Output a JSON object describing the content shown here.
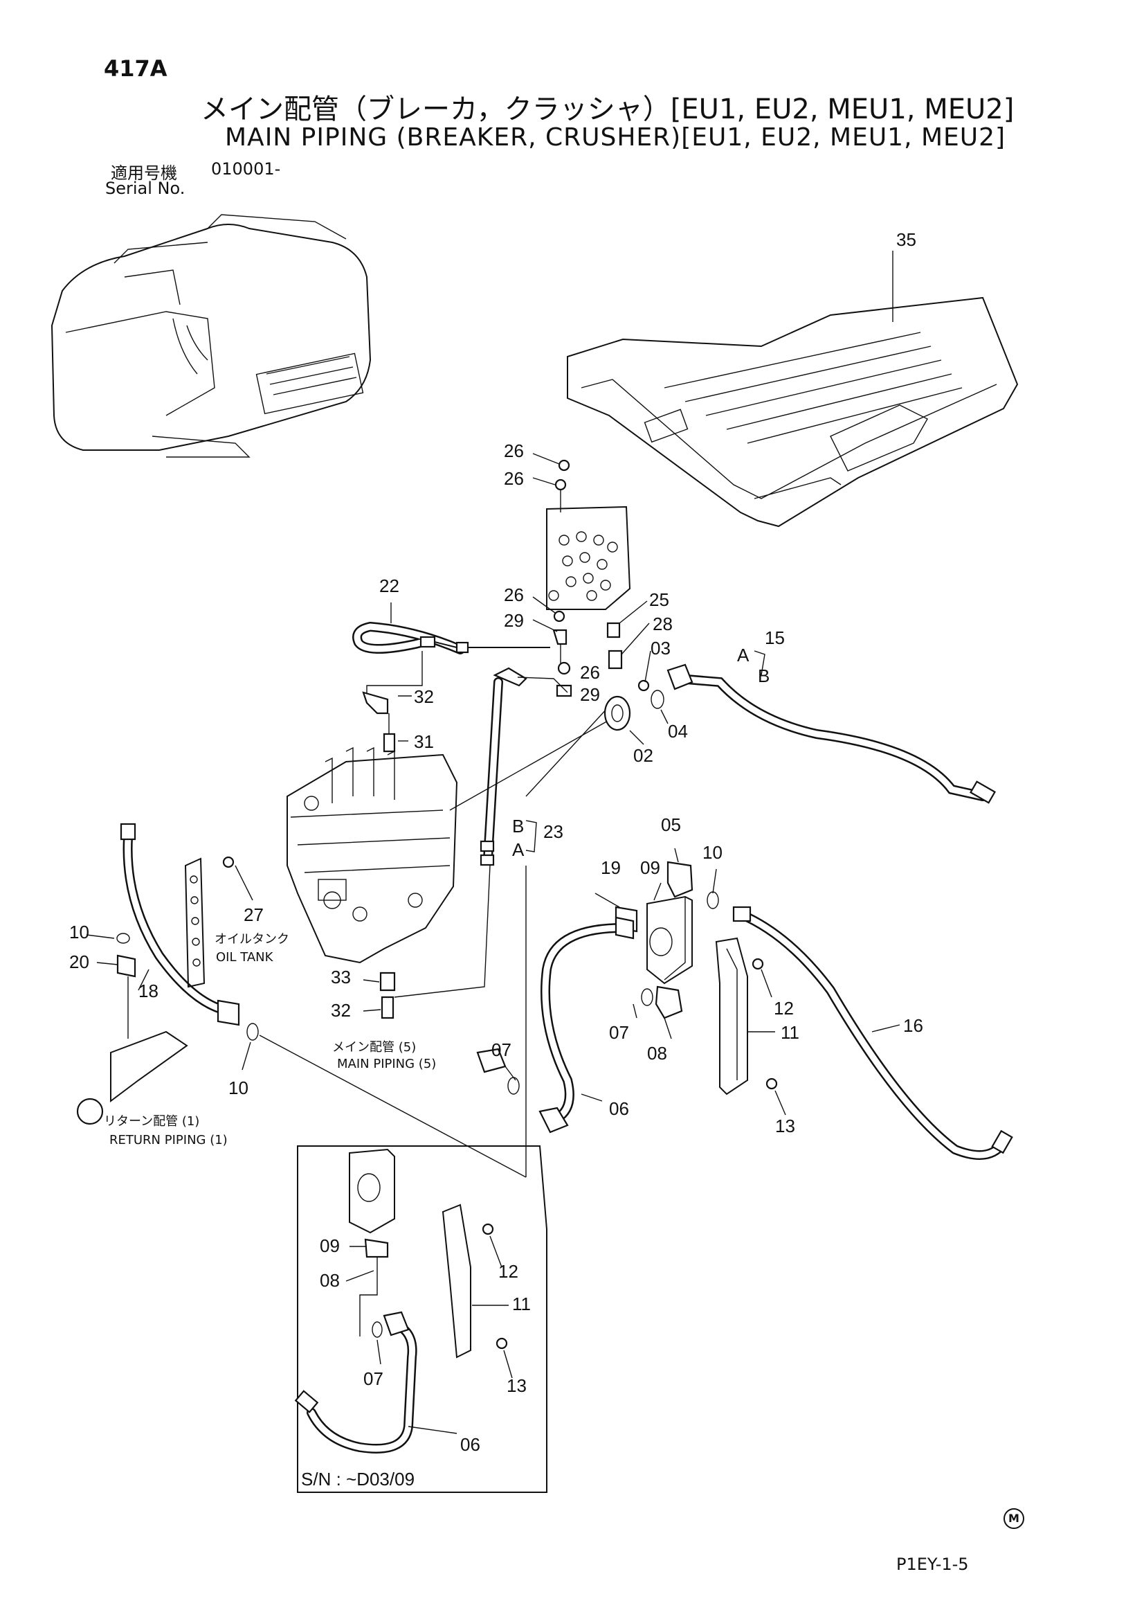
{
  "header": {
    "page_code": "417A",
    "title_jp": "メイン配管（ブレーカ，クラッシャ）[EU1, EU2, MEU1, MEU2]",
    "title_en": "MAIN PIPING (BREAKER,  CRUSHER)[EU1, EU2, MEU1, MEU2]",
    "serial_label_jp": "適用号機",
    "serial_label_en": "Serial No.",
    "serial_value": "010001-"
  },
  "captions": {
    "oil_tank_jp": "オイルタンク",
    "oil_tank_en": "OIL  TANK",
    "main_piping_jp": "メイン配管 (5)",
    "main_piping_en": "MAIN PIPING (5)",
    "return_piping_jp": "リターン配管 (1)",
    "return_piping_en": "RETURN PIPING (1)"
  },
  "inset": {
    "serial_range": "S/N :   ~D03/09"
  },
  "callouts": {
    "c35": "35",
    "c26a": "26",
    "c26b": "26",
    "c26c": "26",
    "c26d": "26",
    "c22": "22",
    "c29a": "29",
    "c29b": "29",
    "c25": "25",
    "c28": "28",
    "c03": "03",
    "c15": "15",
    "c15a": "A",
    "c15b": "B",
    "c32a": "32",
    "c31": "31",
    "c02": "02",
    "c04": "04",
    "c23": "23",
    "c23a": "A",
    "c23b": "B",
    "c05": "05",
    "c10a": "10",
    "c19": "19",
    "c09a": "09",
    "c27": "27",
    "c10b": "10",
    "c20": "20",
    "c18": "18",
    "c33": "33",
    "c32b": "32",
    "c10c": "10",
    "c07a": "07",
    "c08a": "08",
    "c12a": "12",
    "c11a": "11",
    "c16": "16",
    "c06a": "06",
    "c13a": "13",
    "c07b": "07",
    "c09b": "09",
    "c08b": "08",
    "c12b": "12",
    "c11b": "11",
    "c07c": "07",
    "c13b": "13",
    "c06b": "06"
  },
  "footer": {
    "mark": "M",
    "code": "P1EY-1-5"
  }
}
